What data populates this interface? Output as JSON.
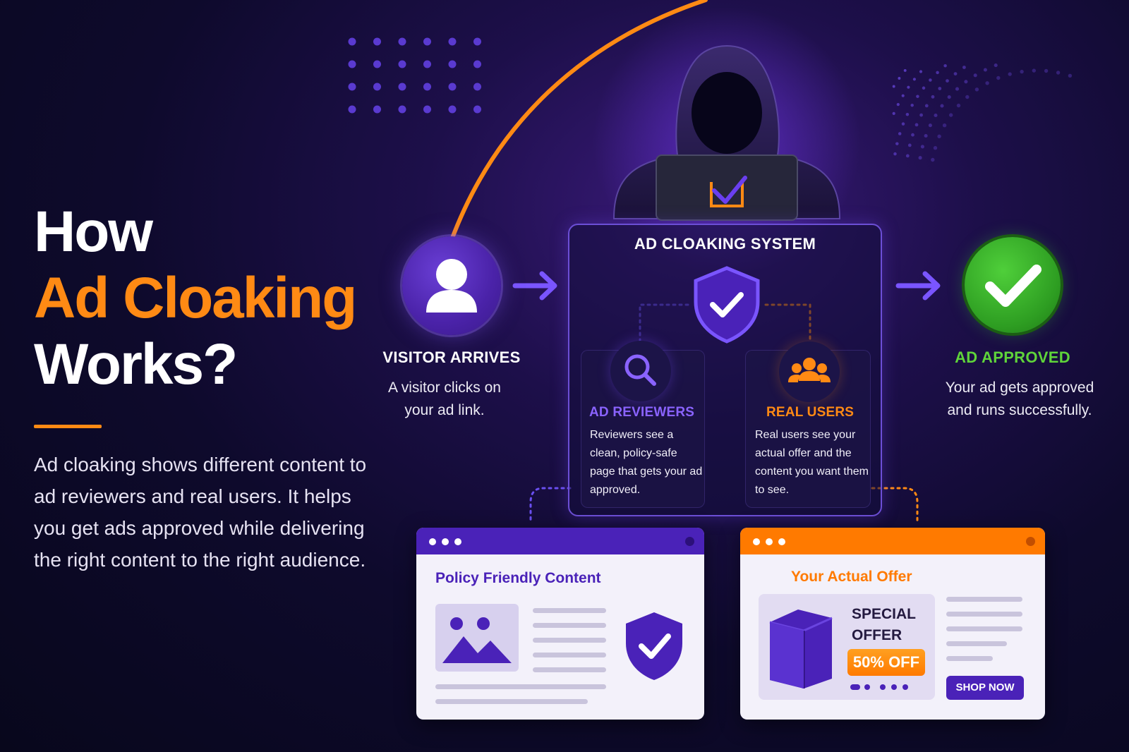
{
  "headline": {
    "line1": "How",
    "line2": "Ad Cloaking",
    "line3": "Works?",
    "description": "Ad cloaking shows different content to ad reviewers and real users. It helps you get ads approved while delivering the right content to the right audience."
  },
  "visitor": {
    "icon": "user-icon",
    "title": "VISITOR ARRIVES",
    "description": "A visitor clicks on your ad link."
  },
  "system": {
    "title": "AD CLOAKING SYSTEM",
    "shield_icon": "shield-check-icon",
    "reviewers": {
      "icon": "search-icon",
      "title": "AD REVIEWERS",
      "description": "Reviewers see a clean, policy-safe page that gets your ad approved."
    },
    "users": {
      "icon": "users-group-icon",
      "title": "REAL USERS",
      "description": "Real users see your actual offer and the content you want them to see."
    }
  },
  "approved": {
    "icon": "checkmark-icon",
    "title": "AD APPROVED",
    "description": "Your ad gets approved and runs successfully."
  },
  "policy_window": {
    "heading": "Policy Friendly Content",
    "icons": [
      "image-icon",
      "shield-check-icon"
    ]
  },
  "offer_window": {
    "heading": "Your Actual Offer",
    "special_offer": "SPECIAL OFFER",
    "discount": "50% OFF",
    "button": "SHOP NOW",
    "icons": [
      "box-icon"
    ]
  },
  "colors": {
    "accent_orange": "#ff8a14",
    "accent_purple": "#5b2fd0",
    "approved_green": "#3db52a",
    "background": "#0e0a2c"
  }
}
